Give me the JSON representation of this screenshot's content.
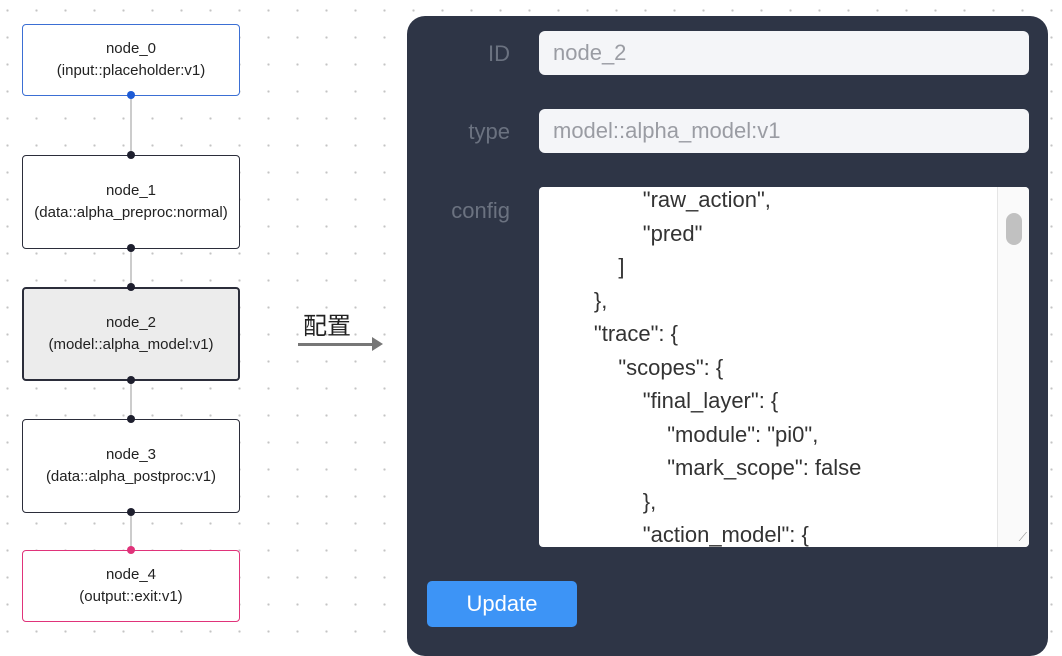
{
  "graph": {
    "nodes": [
      {
        "id": "node_0",
        "type": "(input::placeholder:v1)"
      },
      {
        "id": "node_1",
        "type": "(data::alpha_preproc:normal)"
      },
      {
        "id": "node_2",
        "type": "(model::alpha_model:v1)"
      },
      {
        "id": "node_3",
        "type": "(data::alpha_postproc:v1)"
      },
      {
        "id": "node_4",
        "type": "(output::exit:v1)"
      }
    ],
    "selected": "node_2",
    "colors": {
      "input": "#3b6fd4",
      "output": "#e0337a",
      "default": "#2b2d3a"
    }
  },
  "arrow_label": "配置",
  "panel": {
    "id_label": "ID",
    "id_value": "node_2",
    "type_label": "type",
    "type_value": "model::alpha_model:v1",
    "config_label": "config",
    "config_lines": [
      "        \"raw_action\",",
      "        \"pred\"",
      "      ]",
      "    },",
      "    \"trace\": {",
      "      \"scopes\": {",
      "        \"final_layer\": {",
      "          \"module\": \"pi0\",",
      "          \"mark_scope\": false",
      "        },",
      "        \"action_model\": {"
    ],
    "update_label": "Update"
  }
}
